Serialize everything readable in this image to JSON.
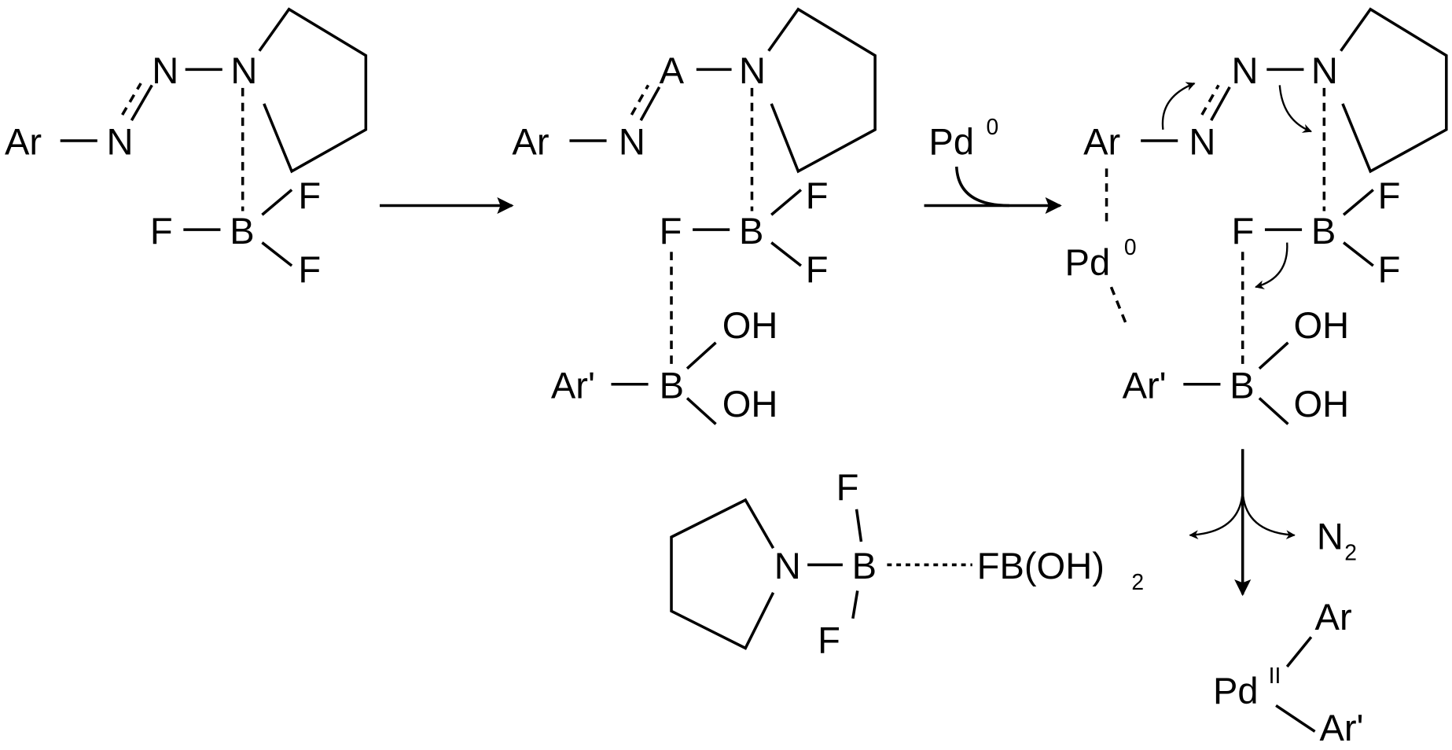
{
  "labels": {
    "ar": "Ar",
    "ar_prime": "Ar'",
    "n": "N",
    "a": "A",
    "b": "B",
    "f": "F",
    "oh": "OH",
    "pd": "Pd",
    "pd0_sup": "0",
    "pd2_sup": "II",
    "n2": "N",
    "n2_sub": "2",
    "fboh": "FB(OH)",
    "fboh_sub": "2"
  }
}
